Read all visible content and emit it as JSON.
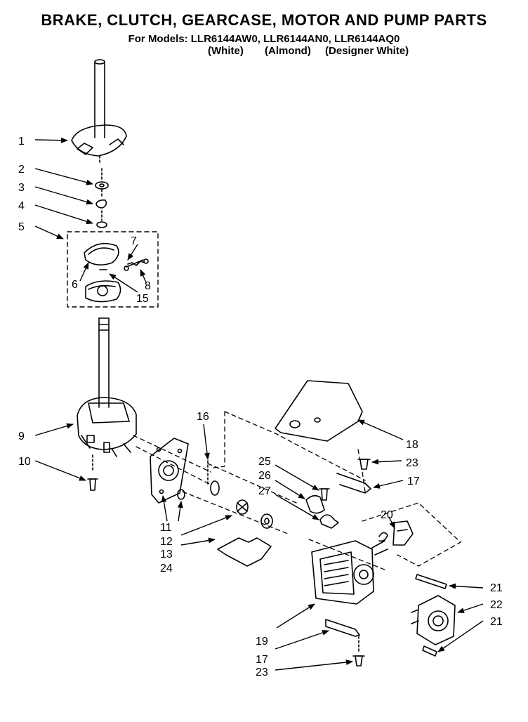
{
  "title": "BRAKE, CLUTCH, GEARCASE, MOTOR AND PUMP PARTS",
  "models_line": "For Models: LLR6144AW0, LLR6144AN0, LLR6144AQ0",
  "variants": [
    "(White)",
    "(Almond)",
    "(Designer White)"
  ],
  "part_callouts": [
    "1",
    "2",
    "3",
    "4",
    "5",
    "6",
    "7",
    "8",
    "15",
    "9",
    "10",
    "11",
    "12",
    "13",
    "24",
    "16",
    "18",
    "25",
    "26",
    "27",
    "23",
    "17",
    "20",
    "19",
    "21",
    "22",
    "21",
    "17",
    "23"
  ]
}
